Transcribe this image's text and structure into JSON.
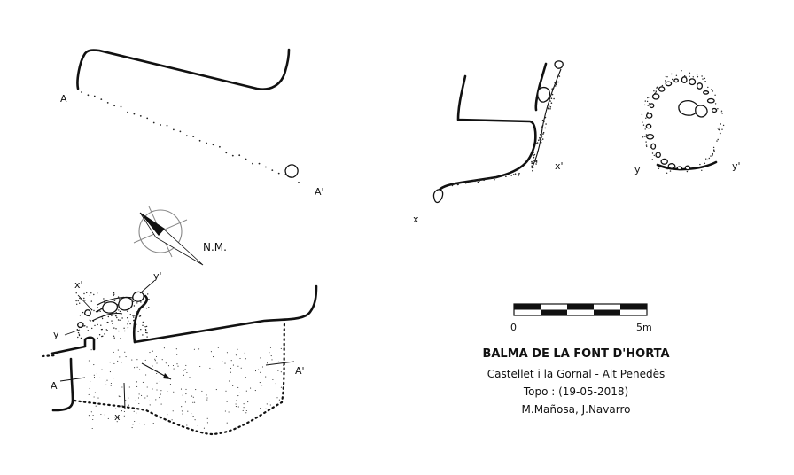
{
  "title": "BALMA DE LA FONT D'HORTA",
  "location": "Castellet i la Gornal - Alt Penedès",
  "topo": "Topo : (19-05-2018)",
  "authors": "M.Mañosa, J.Navarro",
  "north_label": "N.M.",
  "scale": {
    "start_label": "0",
    "end_label": "5m",
    "segments": 5
  },
  "section_labels": {
    "a": "A",
    "a_prime": "A'",
    "x": "x",
    "x_prime": "x'",
    "y": "y",
    "y_prime": "y'"
  }
}
